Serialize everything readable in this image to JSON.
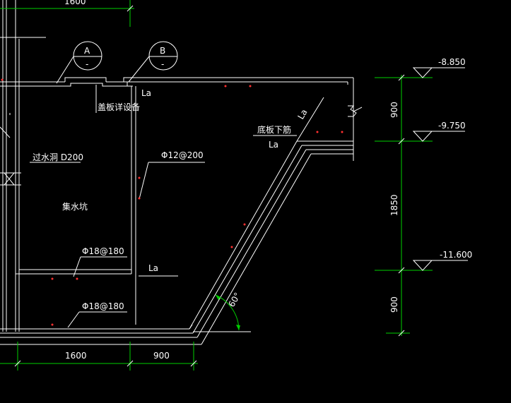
{
  "dimensions": {
    "top_partial": "1600",
    "bottom_left": "1600",
    "bottom_right": "900",
    "vert_top": "900",
    "vert_mid": "1850",
    "vert_bottom": "900"
  },
  "elevations": {
    "e1": "-8.850",
    "e2": "-9.750",
    "e3": "-11.600"
  },
  "callouts": {
    "a_letter": "A",
    "a_sub": "-",
    "b_letter": "B",
    "b_sub": "-"
  },
  "labels": {
    "cover_plate": "盖板详设备",
    "la_top": "La",
    "la_slope": "La",
    "la_bottom_rebar": "La",
    "la_pit": "La",
    "bottom_rebar": "底板下筋",
    "drain_hole": "过水洞 D200",
    "sump": "集水坑",
    "rebar_12": "Φ12@200",
    "rebar_18a": "Φ18@180",
    "rebar_18b": "Φ18@180",
    "angle": "60°"
  },
  "colors": {
    "line": "#ffffff",
    "dimension": "#00d000",
    "rebar_dot": "#ff3030",
    "background": "#000000"
  }
}
